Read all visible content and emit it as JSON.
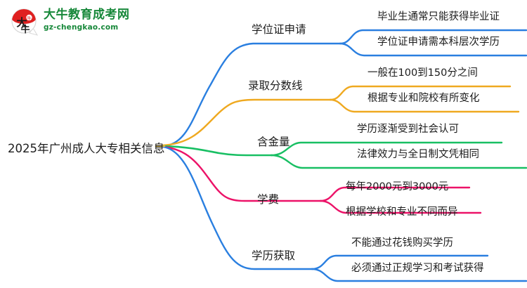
{
  "logo": {
    "badge_text": "大牛",
    "title": "大牛教育成考网",
    "subtitle": "gz-chengkao.com",
    "brand_color": "#17883a",
    "badge_accent": "#e02020"
  },
  "mindmap": {
    "root": {
      "label": "2025年广州成人大专相关信息"
    },
    "branches": [
      {
        "label": "学位证申请",
        "color": "#2a7fe0",
        "leaves": [
          {
            "label": "毕业生通常只能获得毕业证"
          },
          {
            "label": "学位证申请需本科层次学历"
          }
        ]
      },
      {
        "label": "录取分数线",
        "color": "#efa920",
        "leaves": [
          {
            "label": "一般在100到150分之间"
          },
          {
            "label": "根据专业和院校有所变化"
          }
        ]
      },
      {
        "label": "含金量",
        "color": "#18bf63",
        "leaves": [
          {
            "label": "学历逐渐受到社会认可"
          },
          {
            "label": "法律效力与全日制文凭相同"
          }
        ]
      },
      {
        "label": "学费",
        "color": "#ec1268",
        "leaves": [
          {
            "label": "每年2000元到3000元"
          },
          {
            "label": "根据学校和专业不同而异"
          }
        ]
      },
      {
        "label": "学历获取",
        "color": "#2a7fe0",
        "leaves": [
          {
            "label": "不能通过花钱购买学历"
          },
          {
            "label": "必须通过正规学习和考试获得"
          }
        ]
      }
    ]
  }
}
